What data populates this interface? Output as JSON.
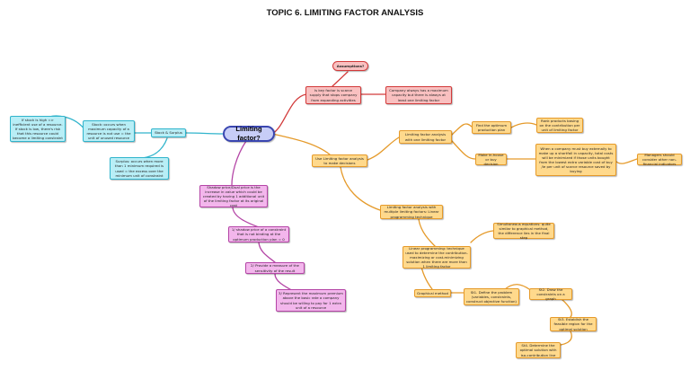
{
  "title": "TOPIC 6. LIMITING FACTOR ANALYSIS",
  "central": "Limiting factor?",
  "assumptions": {
    "label": "Assumptions?",
    "key_factor": "Is key factor is scarce supply that stops company from expanding activities",
    "max_capacity": "Company always has a maximum capacity but there is always at least one limiting factor"
  },
  "stock": {
    "label": "Stock & Surplus",
    "stock_def": "Stock: occurs when maximum capacity of a resource is not use = the unit of unused resource",
    "surplus_def": "Surplus: occurs when more than 1 minimum required is used = the excess over the minimum unit of constraint",
    "risk": "If stock is high => inefficient use of a resource. If stock is low, there's risk that this resource could become a limiting constraint"
  },
  "shadow": {
    "main": "Shadow price/Dual price is the increase in value which could be created by having 1 additional unit of the limiting factor at its original cost",
    "p1": "1/ shadow price of a constraint that is not binding at the optimum production plan = 0",
    "p2": "2/ Provide a measure of the sensitivity of the result",
    "p3": "3/ Represent the maximum premium above the basic rate a company should be willing to pay for 1 extra unit of a resource"
  },
  "decisions": {
    "use": "Use Limiting factor analysis to make decisions",
    "one_factor": "Limiting factor analysis with one limiting factor",
    "find_optimum": "Find the optimum production plan",
    "rank": "Rank products basing on the contribution per unit of limiting factor",
    "make_or_buy": "Make in-house or buy decision",
    "when_buy": "When a company must buy externally to make up a shortfall in capacity, total costs will be minimized if those units bought from the lowest extra variable cost of buy /ie per unit of scarce resource saved by buying",
    "non_financial": "Managers should consider other non-financial indicators"
  },
  "multiple": {
    "label": "Limiting factor analysis with multiple limiting factors: Linear programming technique",
    "simultaneous": "Simultaneous equations: quite similar to graphical method, the difference lies in the final step",
    "lp": "Linear programming: technique used to determine the contribution-maximizing or cost-minimizing solution when there are more than 1 limiting factor",
    "graphical": "Graphical method",
    "step1": "St1. Define the problem (variables, constraints, construct objective function)",
    "step2": "St2. Draw the constraints on a graph",
    "step3": "St3. Establish the feasible region for the optimal solution",
    "step4": "St4. Determine the optimal solution with iso-contribution line"
  },
  "colors": {
    "red": "#d23a3a",
    "orange": "#e59a2a",
    "cyan": "#30b4cc",
    "pink": "#b445a6",
    "central": "#3a46b0"
  }
}
